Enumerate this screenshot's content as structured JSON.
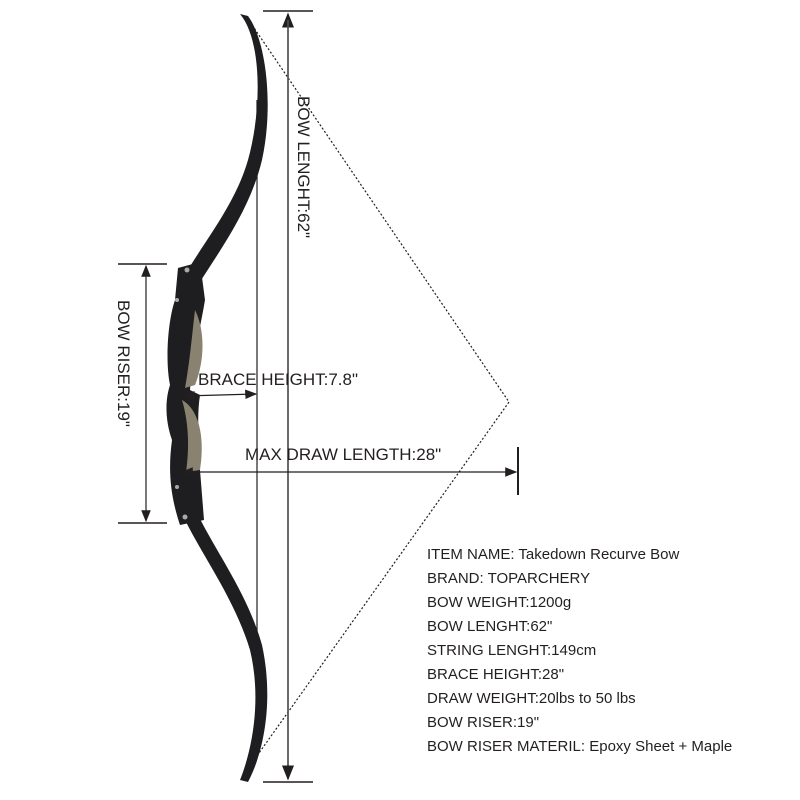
{
  "diagram": {
    "bow_length_label": "BOW LENGHT:62\"",
    "bow_riser_label": "BOW RISER:19\"",
    "brace_height_label": "BRACE HEIGHT:7.8\"",
    "max_draw_label": "MAX DRAW LENGTH:28\""
  },
  "specs": [
    "ITEM NAME: Takedown Recurve Bow",
    "BRAND: TOPARCHERY",
    "BOW WEIGHT:1200g",
    "BOW LENGHT:62\"",
    "STRING LENGHT:149cm",
    "BRACE HEIGHT:28\"",
    "DRAW WEIGHT:20lbs to 50 lbs",
    "BOW RISER:19\"",
    "BOW RISER MATERIL: Epoxy Sheet + Maple"
  ],
  "colors": {
    "bow": "#1e1e20",
    "wood": "#8a8270",
    "line": "#231f20"
  }
}
